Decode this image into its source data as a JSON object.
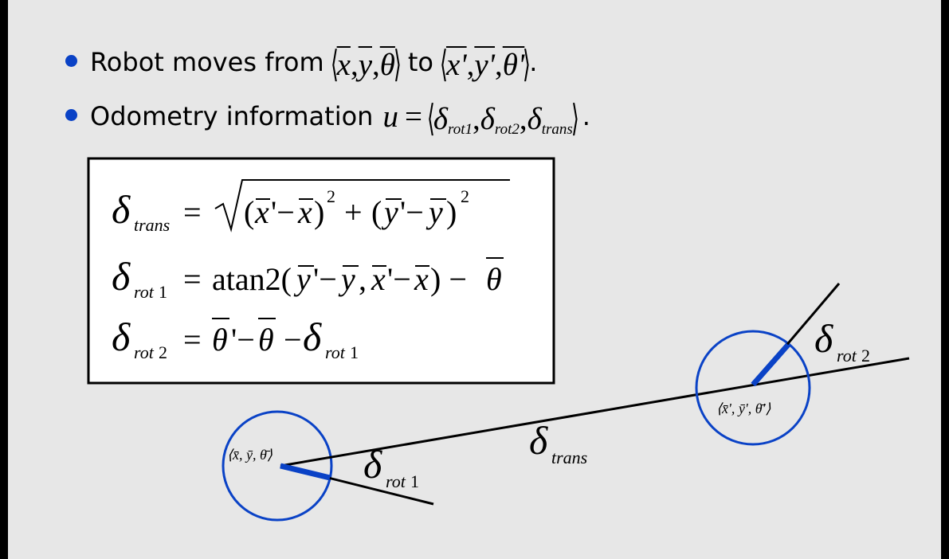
{
  "bullets": [
    {
      "prefix": "Robot moves from",
      "pose_start": [
        "x",
        "y",
        "θ"
      ],
      "connector": "to",
      "pose_end": [
        "x'",
        "y'",
        "θ'"
      ],
      "suffix": "."
    },
    {
      "prefix": "Odometry information",
      "variable": "u",
      "equals": "=",
      "components": [
        "δrot1",
        "δrot2",
        "δtrans"
      ],
      "suffix": "."
    }
  ],
  "equations": [
    {
      "lhs": "δtrans",
      "rhs": "= √((x̄'−x̄)² + (ȳ'−ȳ)²)"
    },
    {
      "lhs": "δrot1",
      "rhs": "= atan2(ȳ'−ȳ, x̄'−x̄) − θ̄"
    },
    {
      "lhs": "δrot2",
      "rhs": "= θ̄'−θ̄ − δrot1"
    }
  ],
  "diagram": {
    "start_pose_label": "⟨x̄, ȳ, θ̄⟩",
    "end_pose_label": "⟨x̄', ȳ', θ̄'⟩",
    "rot1_label": "δrot1",
    "trans_label": "δtrans",
    "rot2_label": "δrot2"
  },
  "colors": {
    "background": "#e7e7e7",
    "accent": "#0a42c6",
    "ink": "#000000",
    "box_fill": "#ffffff"
  }
}
